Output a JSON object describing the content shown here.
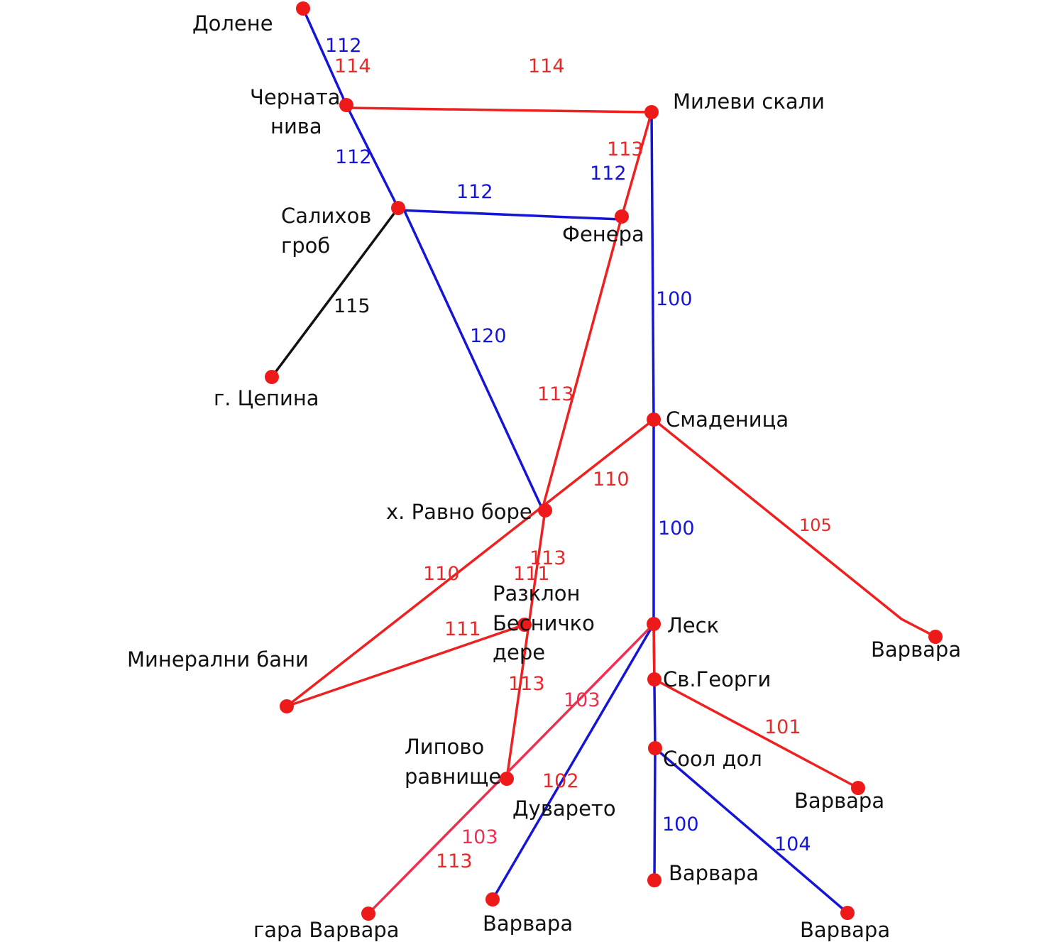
{
  "colors": {
    "blue": "#1515d6",
    "red": "#ee2020",
    "pink": "#ee3050",
    "black": "#111111",
    "node": "#ee1a1a",
    "route_red": "#e62a2a"
  },
  "places": {
    "dolene": "Долене",
    "chernata_niva_1": "Черната",
    "chernata_niva_2": "нива",
    "milevi_skali": "Милеви скали",
    "salihov_grob_1": "Салихов",
    "salihov_grob_2": "гроб",
    "fenera": "Фенера",
    "g_tsepina": "г. Цепина",
    "smadenitsa": "Смаденица",
    "ravno_bore": "х. Равно боре",
    "razklon_1": "Разклон",
    "razklon_2": "Бесничко",
    "razklon_3": "дере",
    "mineralni_bani": "Минерални бани",
    "lesk": "Леск",
    "sv_georgi": "Св.Георги",
    "varvara_105": "Варвара",
    "lipovo_1": "Липово",
    "lipovo_2": "равнище",
    "sool_dol": "Соол дол",
    "varvara_101": "Варвара",
    "duvareto": "Дуварето",
    "varvara_100": "Варвара",
    "gara_varvara": "гара Варвара",
    "varvara_102": "Варвара",
    "varvara_104": "Варвара"
  },
  "routes": {
    "r112_a": "112",
    "r114_a": "114",
    "r114_b": "114",
    "r112_b": "112",
    "r113_a": "113",
    "r112_c": "112",
    "r112_d": "112",
    "r100_a": "100",
    "r115": "115",
    "r120": "120",
    "r113_b": "113",
    "r110_a": "110",
    "r100_b": "100",
    "r105": "105",
    "r113_c": "113",
    "r111_a": "111",
    "r110_b": "110",
    "r111_b": "111",
    "r113_d": "113",
    "r103_a": "103",
    "r101": "101",
    "r102": "102",
    "r100_c": "100",
    "r103_b": "103",
    "r104": "104",
    "r113_e": "113"
  }
}
